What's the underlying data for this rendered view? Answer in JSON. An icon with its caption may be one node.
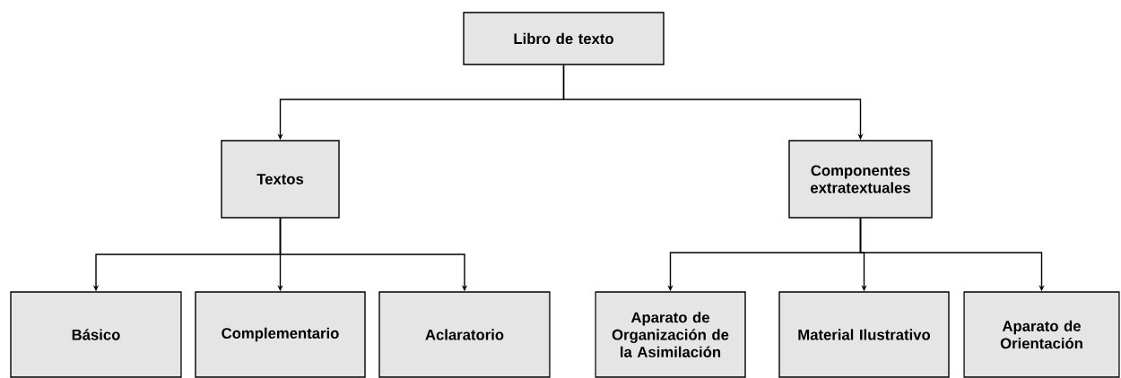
{
  "diagram": {
    "nodes": [
      {
        "text": [
          "Libro de texto"
        ]
      },
      {
        "text": [
          "Textos"
        ]
      },
      {
        "text": [
          "Componentes extratextuales"
        ]
      },
      {
        "text": [
          "Básico"
        ]
      },
      {
        "text": [
          "Complementario"
        ]
      },
      {
        "text": [
          "Aclaratorio"
        ]
      },
      {
        "text": [
          "Aparato de Organización de la Asimilación"
        ]
      },
      {
        "text": [
          "Material Ilustrativo"
        ]
      },
      {
        "text": [
          "Aparato de Orientación"
        ]
      }
    ],
    "edges": [
      {
        "from": 0,
        "to": 1,
        "arrow": "to"
      },
      {
        "from": 0,
        "to": 2,
        "arrow": "to"
      },
      {
        "from": 1,
        "to": 3,
        "arrow": "to"
      },
      {
        "from": 1,
        "to": 4,
        "arrow": "to"
      },
      {
        "from": 1,
        "to": 5,
        "arrow": "to"
      },
      {
        "from": 2,
        "to": 6,
        "arrow": "to"
      },
      {
        "from": 2,
        "to": 7,
        "arrow": "to"
      },
      {
        "from": 2,
        "to": 8,
        "arrow": "to"
      }
    ]
  }
}
